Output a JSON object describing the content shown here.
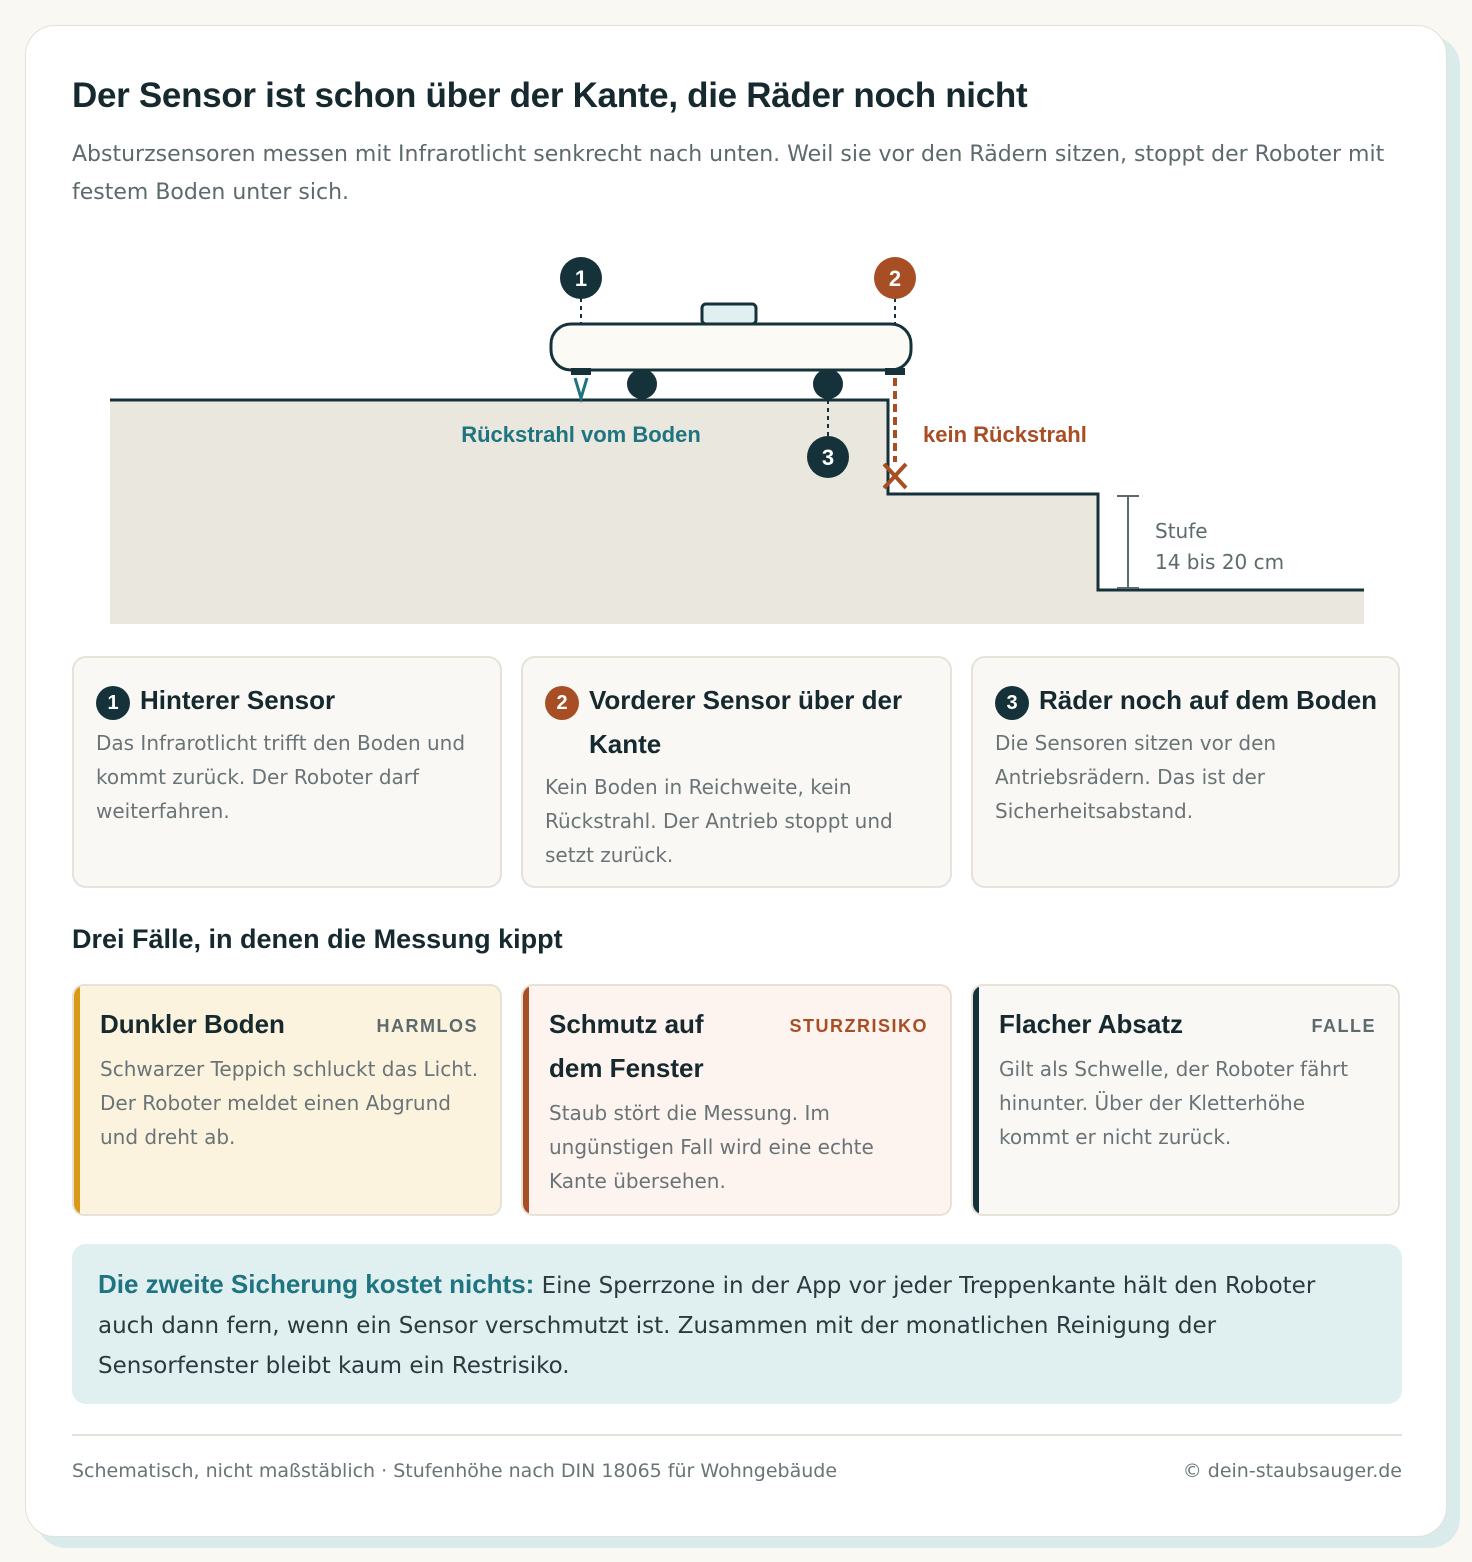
{
  "colors": {
    "dark": "#15323a",
    "teal": "#1e7480",
    "rust": "#a84e25",
    "amber": "#d99a1a",
    "floor": "#eae8de"
  },
  "header": {
    "title": "Der Sensor ist schon über der Kante, die Räder noch nicht",
    "subtitle": "Absturzsensoren messen mit Infrarotlicht senkrecht nach unten. Weil sie vor den Rädern sitzen, stoppt der Roboter mit festem Boden unter sich."
  },
  "diagram": {
    "markers": [
      "1",
      "2",
      "3"
    ],
    "label_return": "Rückstrahl vom Boden",
    "label_no_return": "kein Rückstrahl",
    "step_label_1": "Stufe",
    "step_label_2": "14 bis 20 cm"
  },
  "info": [
    {
      "num": "1",
      "title": "Hinterer Sensor",
      "text": "Das Infrarotlicht trifft den Boden und kommt zurück. Der Roboter darf weiterfahren."
    },
    {
      "num": "2",
      "title": "Vorderer Sensor über der Kante",
      "text": "Kein Boden in Reichweite, kein Rückstrahl. Der Antrieb stoppt und setzt zurück."
    },
    {
      "num": "3",
      "title": "Räder noch auf dem Boden",
      "text": "Die Sensoren sitzen vor den Antriebsrädern. Das ist der Sicherheitsabstand."
    }
  ],
  "cases_title": "Drei Fälle, in denen die Messung kippt",
  "cases": [
    {
      "title": "Dunkler Boden",
      "tag": "HARMLOS",
      "text": "Schwarzer Teppich schluckt das Licht. Der Roboter meldet einen Abgrund und dreht ab."
    },
    {
      "title": "Schmutz auf dem Fenster",
      "tag": "STURZRISIKO",
      "text": "Staub stört die Messung. Im ungünstigen Fall wird eine echte Kante übersehen."
    },
    {
      "title": "Flacher Absatz",
      "tag": "FALLE",
      "text": "Gilt als Schwelle, der Roboter fährt hinunter. Über der Kletterhöhe kommt er nicht zurück."
    }
  ],
  "callout": {
    "strong": "Die zweite Sicherung kostet nichts:",
    "text": " Eine Sperrzone in der App vor jeder Treppenkante hält den Roboter auch dann fern, wenn ein Sensor verschmutzt ist. Zusammen mit der monatlichen Reinigung der Sensorfenster bleibt kaum ein Restrisiko."
  },
  "footer": {
    "left": "Schematisch, nicht maßstäblich · Stufenhöhe nach DIN 18065 für Wohngebäude",
    "right": "© dein-staubsauger.de"
  }
}
